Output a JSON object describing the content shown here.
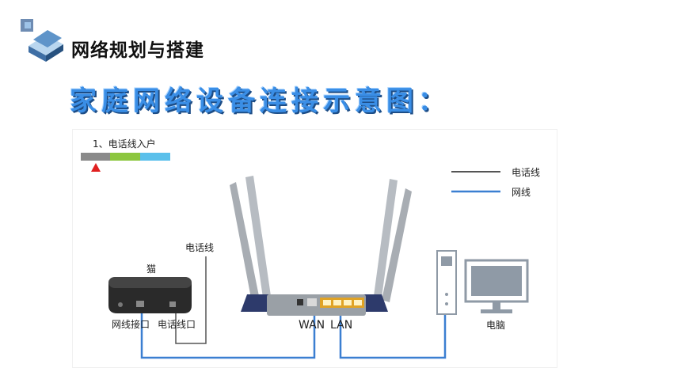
{
  "header": {
    "section_title": "网络规划与搭建",
    "main_title": "家庭网络设备连接示意图："
  },
  "diagram": {
    "step_label": "1、电话线入户",
    "progress_colors": [
      "#8a8a8a",
      "#8cc63f",
      "#5bc0eb"
    ],
    "legend": [
      {
        "label": "电话线",
        "color": "#555555"
      },
      {
        "label": "网线",
        "color": "#3b7fd1"
      }
    ],
    "modem_label": "猫",
    "phone_line_label": "电话线",
    "modem_port_net": "网线接口",
    "modem_port_phone": "电话线口",
    "router_wan": "WAN",
    "router_lan": "LAN",
    "computer_label": "电脑"
  },
  "icons": [
    "cube-logo-icon",
    "modem-icon",
    "router-icon",
    "computer-icon",
    "marker-triangle-icon"
  ]
}
